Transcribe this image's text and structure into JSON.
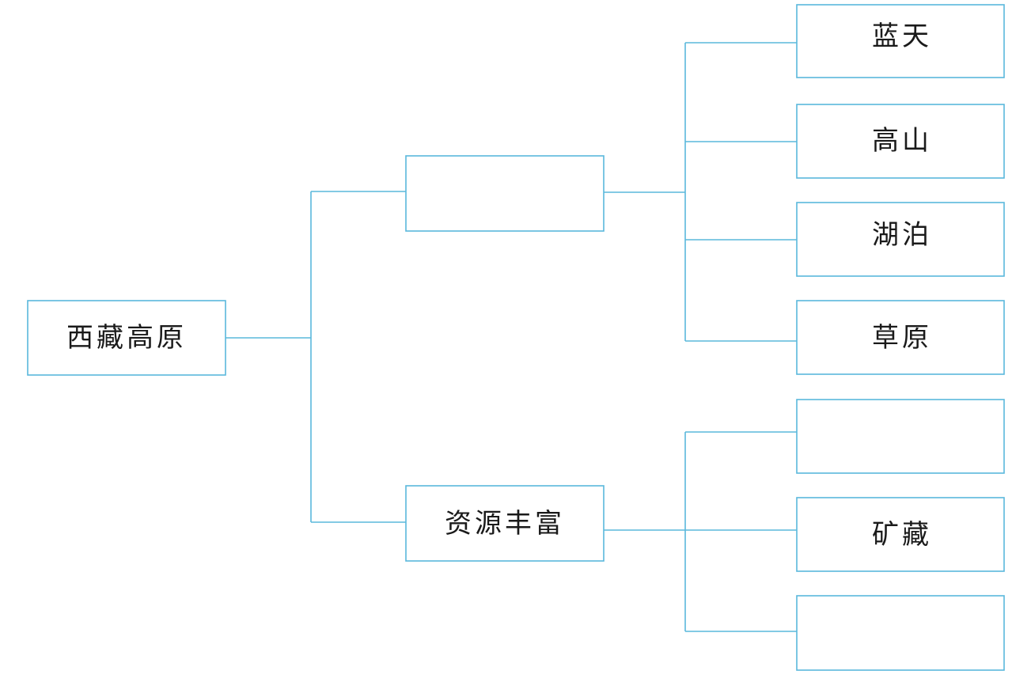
{
  "root": {
    "label": "西藏高原"
  },
  "branches": [
    {
      "label": "",
      "children": [
        {
          "label": "蓝天"
        },
        {
          "label": "高山"
        },
        {
          "label": "湖泊"
        },
        {
          "label": "草原"
        }
      ]
    },
    {
      "label": "资源丰富",
      "children": [
        {
          "label": ""
        },
        {
          "label": "矿藏"
        },
        {
          "label": ""
        }
      ]
    }
  ],
  "colors": {
    "line": "#5ab8dc",
    "text": "#1a1a1a",
    "background": "#ffffff"
  }
}
